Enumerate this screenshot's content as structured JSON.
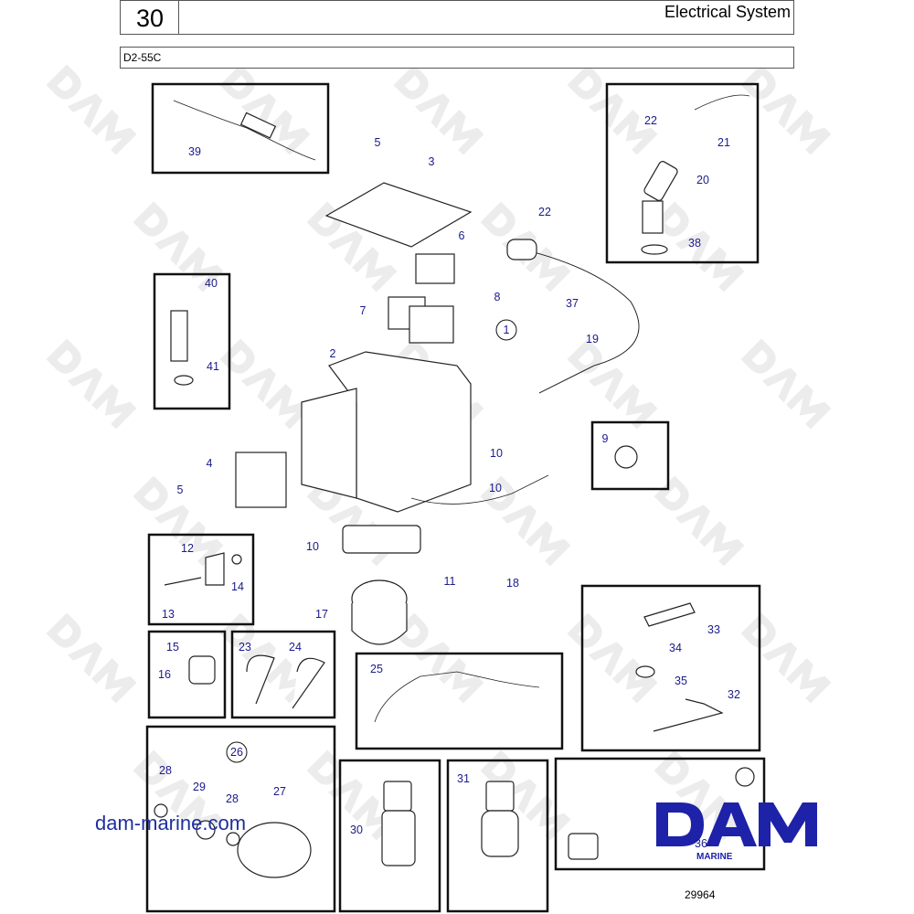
{
  "header": {
    "section_number": "30",
    "title": "Electrical System",
    "model": "D2-55C"
  },
  "callouts": [
    "39",
    "5",
    "3",
    "22",
    "6",
    "22",
    "21",
    "20",
    "38",
    "40",
    "7",
    "8",
    "37",
    "1",
    "19",
    "2",
    "41",
    "9",
    "10",
    "4",
    "10",
    "5",
    "12",
    "14",
    "10",
    "11",
    "18",
    "13",
    "17",
    "33",
    "15",
    "23",
    "24",
    "34",
    "16",
    "25",
    "35",
    "32",
    "26",
    "28",
    "29",
    "31",
    "27",
    "28",
    "30",
    "36"
  ],
  "watermark": {
    "site": "dam-marine.com",
    "logo": "DAM",
    "logo_sub": "MARINE",
    "pattern_text": "DAM"
  },
  "figure_ref": "29964",
  "colors": {
    "callout": "#1a1a8c",
    "logo": "#1d22a8"
  }
}
